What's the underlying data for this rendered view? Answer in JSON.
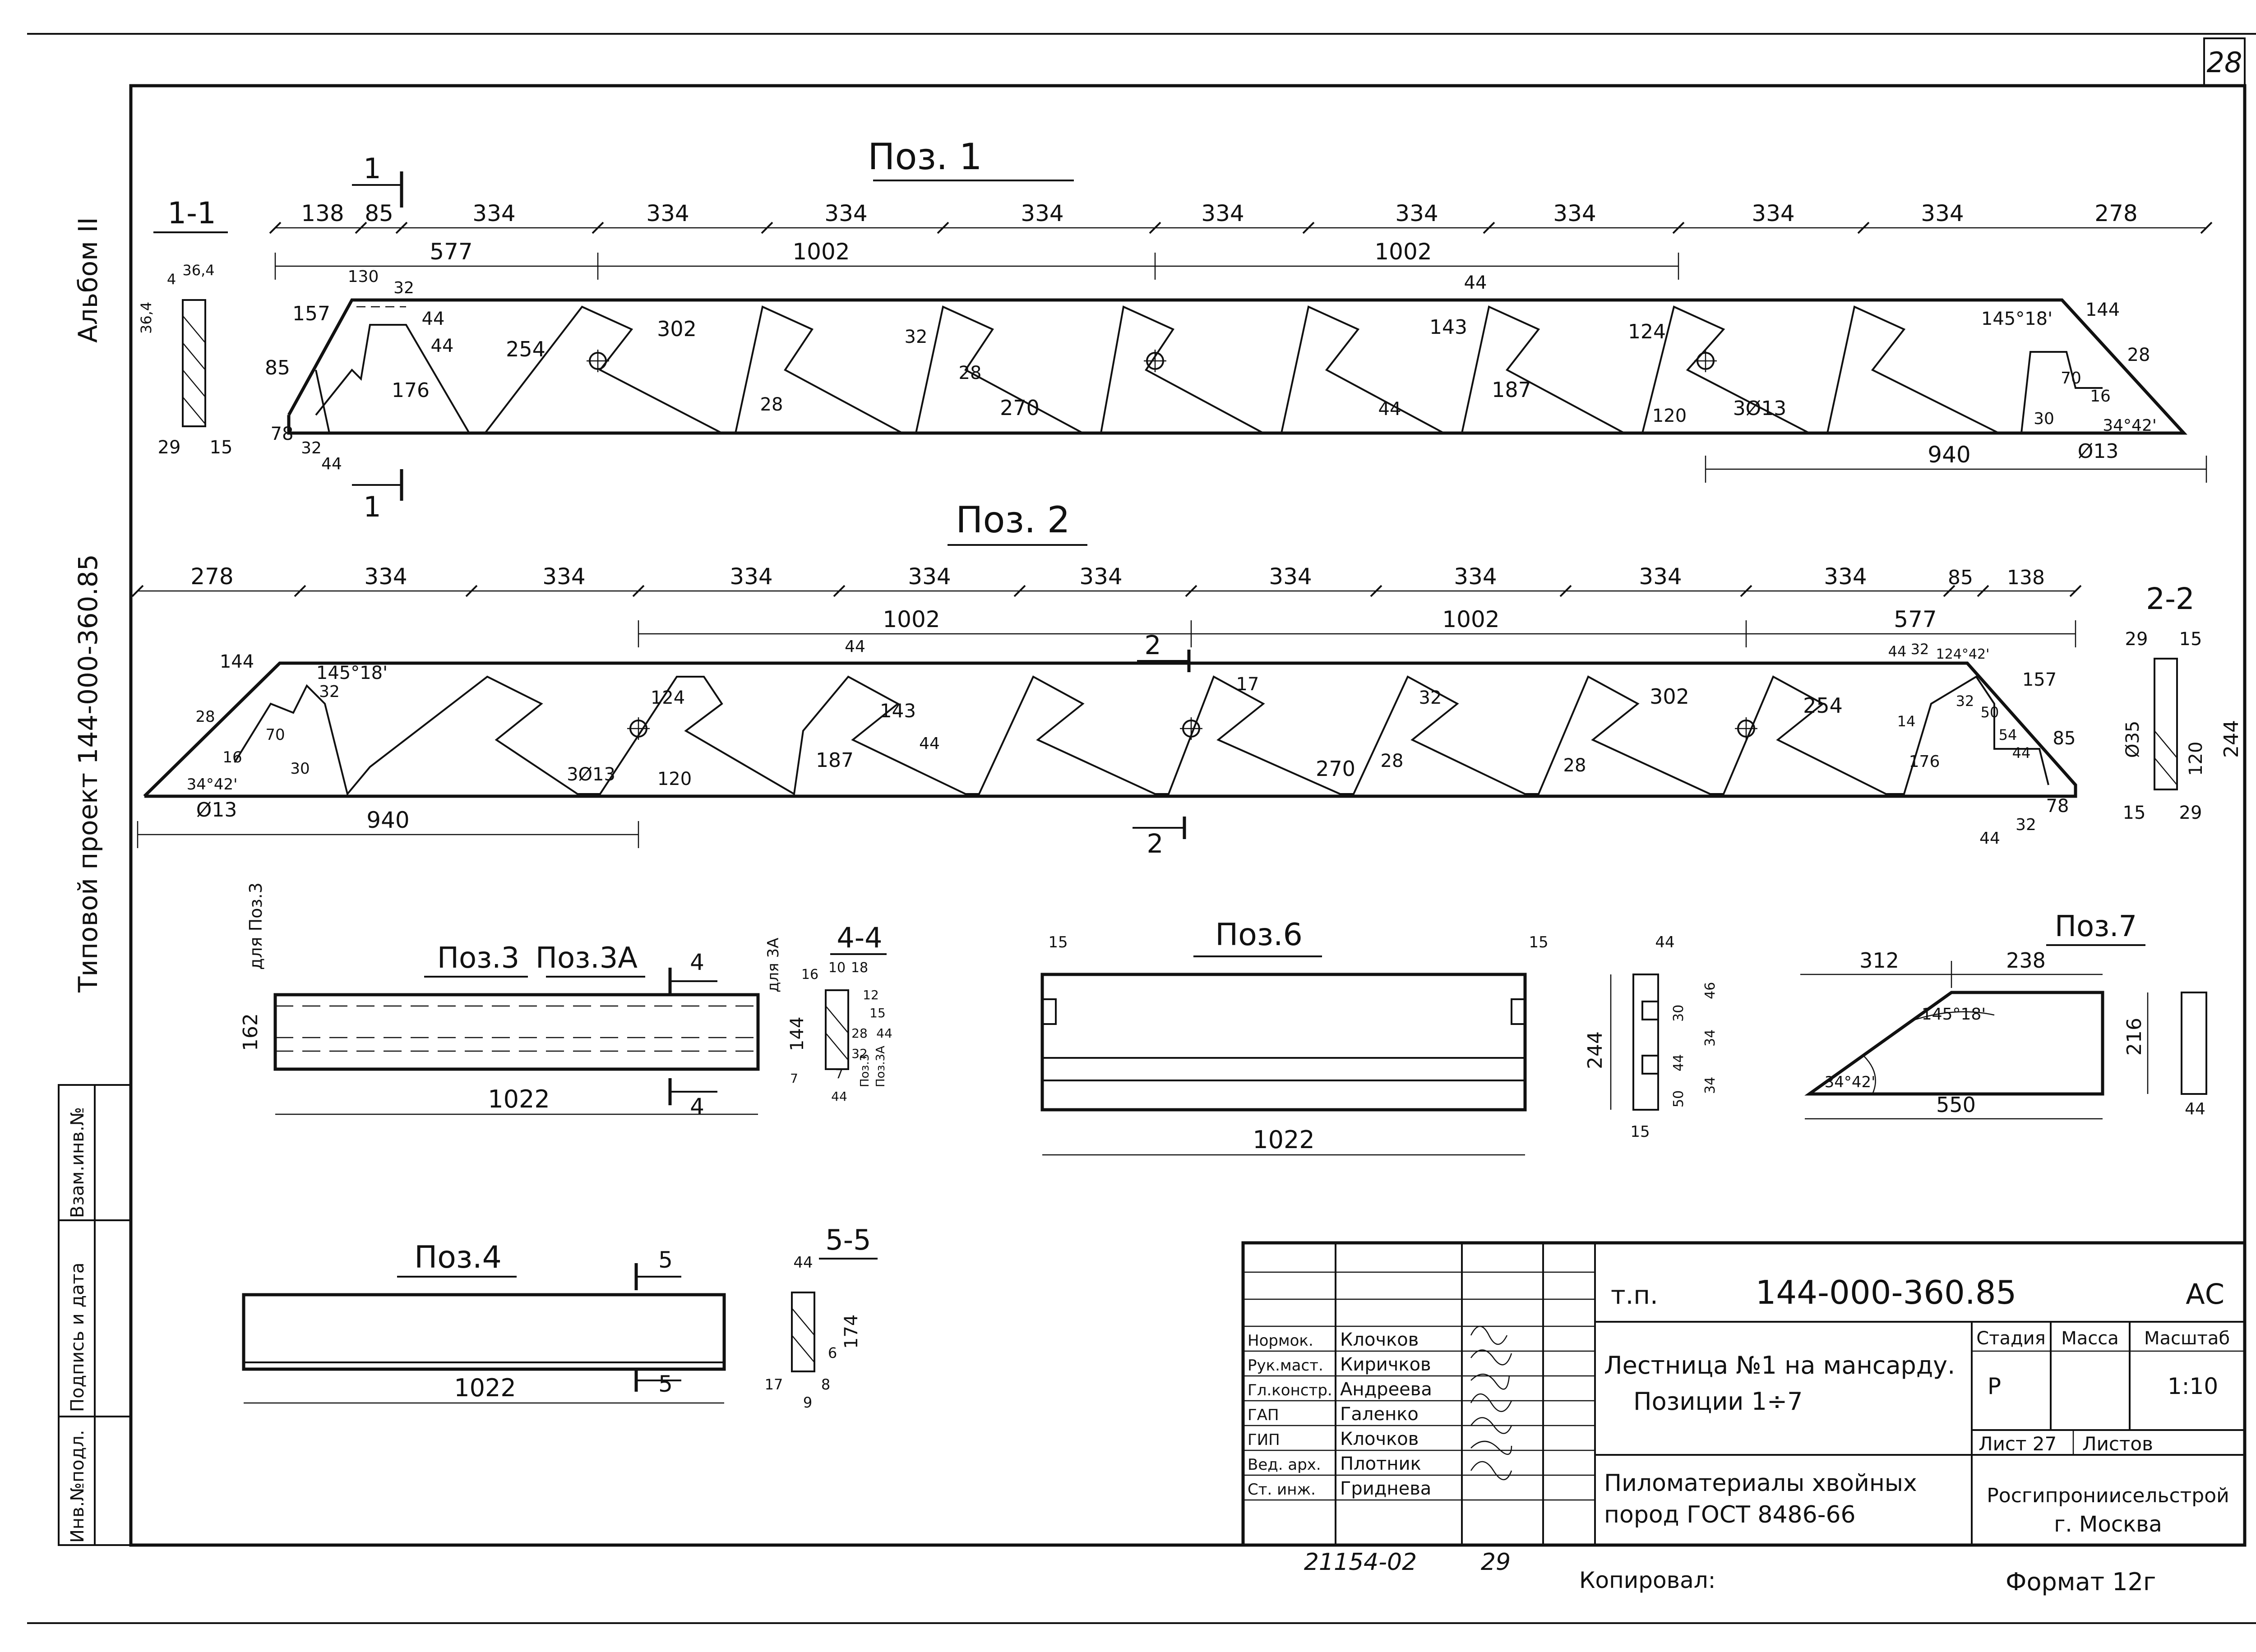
{
  "sheet": {
    "number": "28",
    "side_album": "Альбом II",
    "side_project": "Типовой проект 144-000-360.85",
    "side_stamp": [
      "Инв.№подл.",
      "Подпись и дата",
      "Взам.инв.№"
    ]
  },
  "pos1": {
    "title": "Поз. 1",
    "top_dims": [
      "138",
      "85",
      "334",
      "334",
      "334",
      "334",
      "334",
      "334",
      "334",
      "334",
      "334",
      "278"
    ],
    "second_dims": [
      "577",
      "1002",
      "1002"
    ],
    "details": [
      "130",
      "32",
      "44",
      "44",
      "157",
      "85",
      "254",
      "302",
      "176",
      "32",
      "28",
      "28",
      "270",
      "143",
      "44",
      "124",
      "187",
      "44",
      "120",
      "3Ø13",
      "145°18'",
      "144",
      "28",
      "16",
      "70",
      "30",
      "34°42'",
      "Ø13",
      "78",
      "32",
      "44"
    ],
    "bottom_dim": "940",
    "section_mark": "1"
  },
  "section_1_1": {
    "title": "1-1",
    "dims": [
      "4",
      "36,4",
      "36,4",
      "29",
      "15"
    ]
  },
  "pos2": {
    "title": "Поз. 2",
    "top_dims": [
      "278",
      "334",
      "334",
      "334",
      "334",
      "334",
      "334",
      "334",
      "334",
      "334",
      "85",
      "138"
    ],
    "second_dims": [
      "1002",
      "1002",
      "577"
    ],
    "details": [
      "144",
      "145°18'",
      "32",
      "28",
      "16",
      "70",
      "30",
      "34°42'",
      "Ø13",
      "124",
      "3Ø13",
      "120",
      "44",
      "143",
      "187",
      "44",
      "17",
      "32",
      "270",
      "28",
      "302",
      "28",
      "254",
      "44",
      "32",
      "124°42'",
      "157",
      "32",
      "50",
      "54",
      "176",
      "14",
      "44",
      "85",
      "44",
      "32",
      "78"
    ],
    "bottom_dim": "940",
    "section_mark": "2"
  },
  "section_2_2": {
    "title": "2-2",
    "dims": [
      "29",
      "15",
      "Ø35",
      "120",
      "244",
      "15",
      "29"
    ]
  },
  "pos3": {
    "title": "Поз.3",
    "title_a": "Поз.3А",
    "side_label": "для Поз.3",
    "height": "162",
    "length": "1022",
    "section_mark": "4"
  },
  "section_4_4": {
    "title": "4-4",
    "top_label": "для 3А",
    "dims": [
      "16",
      "10",
      "18",
      "144",
      "12",
      "7",
      "15",
      "28",
      "32",
      "7",
      "44",
      "44"
    ],
    "labels": [
      "Поз.3",
      "Поз.3А"
    ]
  },
  "pos4": {
    "title": "Поз.4",
    "length": "1022",
    "section_mark": "5"
  },
  "section_5_5": {
    "title": "5-5",
    "dims": [
      "44",
      "174",
      "6",
      "17",
      "8",
      "9"
    ]
  },
  "pos6": {
    "title": "Поз.6",
    "dims": [
      "15",
      "15"
    ],
    "length": "1022",
    "side_dims": [
      "44",
      "46",
      "30",
      "34",
      "44",
      "34",
      "50",
      "244",
      "15"
    ]
  },
  "pos7": {
    "title": "Поз.7",
    "dims": [
      "312",
      "238",
      "145°18'",
      "34°42'",
      "550",
      "216",
      "44"
    ]
  },
  "title_block": {
    "code_prefix": "т.п.",
    "code": "144-000-360.85",
    "code_suffix": "АС",
    "roles": [
      "Нормок.",
      "Рук.маст.",
      "Гл.констр.",
      "ГАП",
      "ГИП",
      "Вед. арх.",
      "Ст. инж."
    ],
    "names": [
      "Клочков",
      "Киричков",
      "Андреева",
      "Галенко",
      "Клочков",
      "Плотник",
      "Гриднева"
    ],
    "drawing_title": [
      "Лестница №1 на мансарду.",
      "Позиции 1÷7"
    ],
    "stage_label": "Стадия",
    "mass_label": "Масса",
    "scale_label": "Масштаб",
    "stage": "Р",
    "scale": "1:10",
    "sheet_label": "Лист 27",
    "sheets_label": "Листов",
    "material": [
      "Пиломатериалы хвойных",
      "пород  ГОСТ 8486-66"
    ],
    "organization": [
      "Росгипрониисельстрой",
      "г. Москва"
    ],
    "bottom_code": "21154-02",
    "bottom_num": "29",
    "copied": "Копировал:",
    "format": "Формат 12г"
  }
}
